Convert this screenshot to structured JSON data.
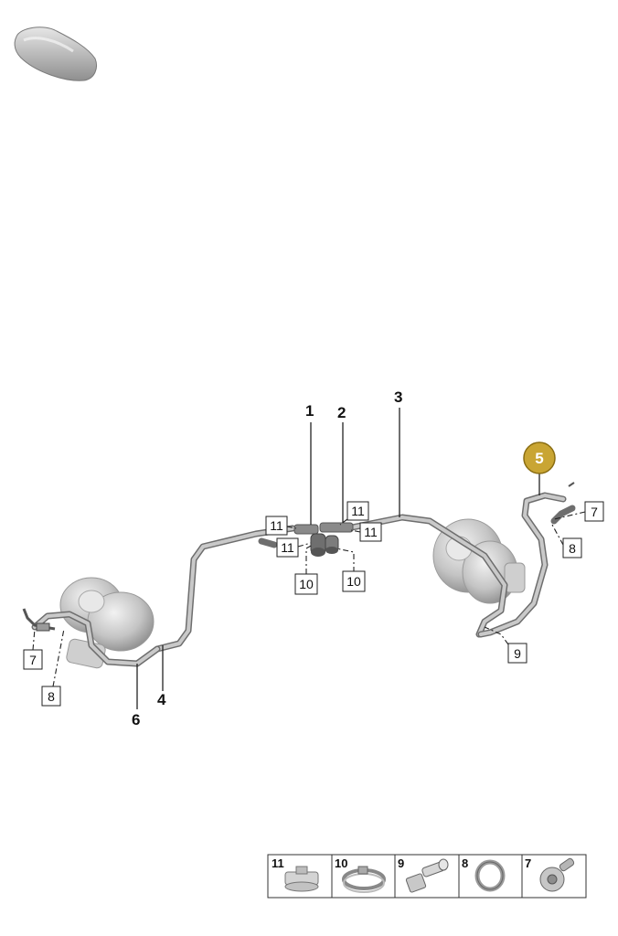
{
  "labels": {
    "item1": "1",
    "item2": "2",
    "item3": "3",
    "item4": "4",
    "item5": "5",
    "item6": "6"
  },
  "boxes": {
    "b11a": "11",
    "b11b": "11",
    "b11c": "11",
    "b11d": "11",
    "b10a": "10",
    "b10b": "10",
    "b7r": "7",
    "b8r": "8",
    "b9": "9",
    "b7l": "7",
    "b8l": "8"
  },
  "legend": [
    "11",
    "10",
    "9",
    "8",
    "7"
  ],
  "colors": {
    "highlight": "#c9a533",
    "highlight_stroke": "#8a6d12",
    "pipe": "#6e6e6e",
    "pipe_light": "#c9c9c9",
    "turbo": "#b8b8b8"
  },
  "icons": {
    "car": "car-silhouette-icon",
    "clamp": "hose-clamp-icon",
    "band": "band-clamp-icon",
    "bolt": "hollow-bolt-icon",
    "ring": "seal-ring-icon",
    "screw": "screw-icon"
  }
}
